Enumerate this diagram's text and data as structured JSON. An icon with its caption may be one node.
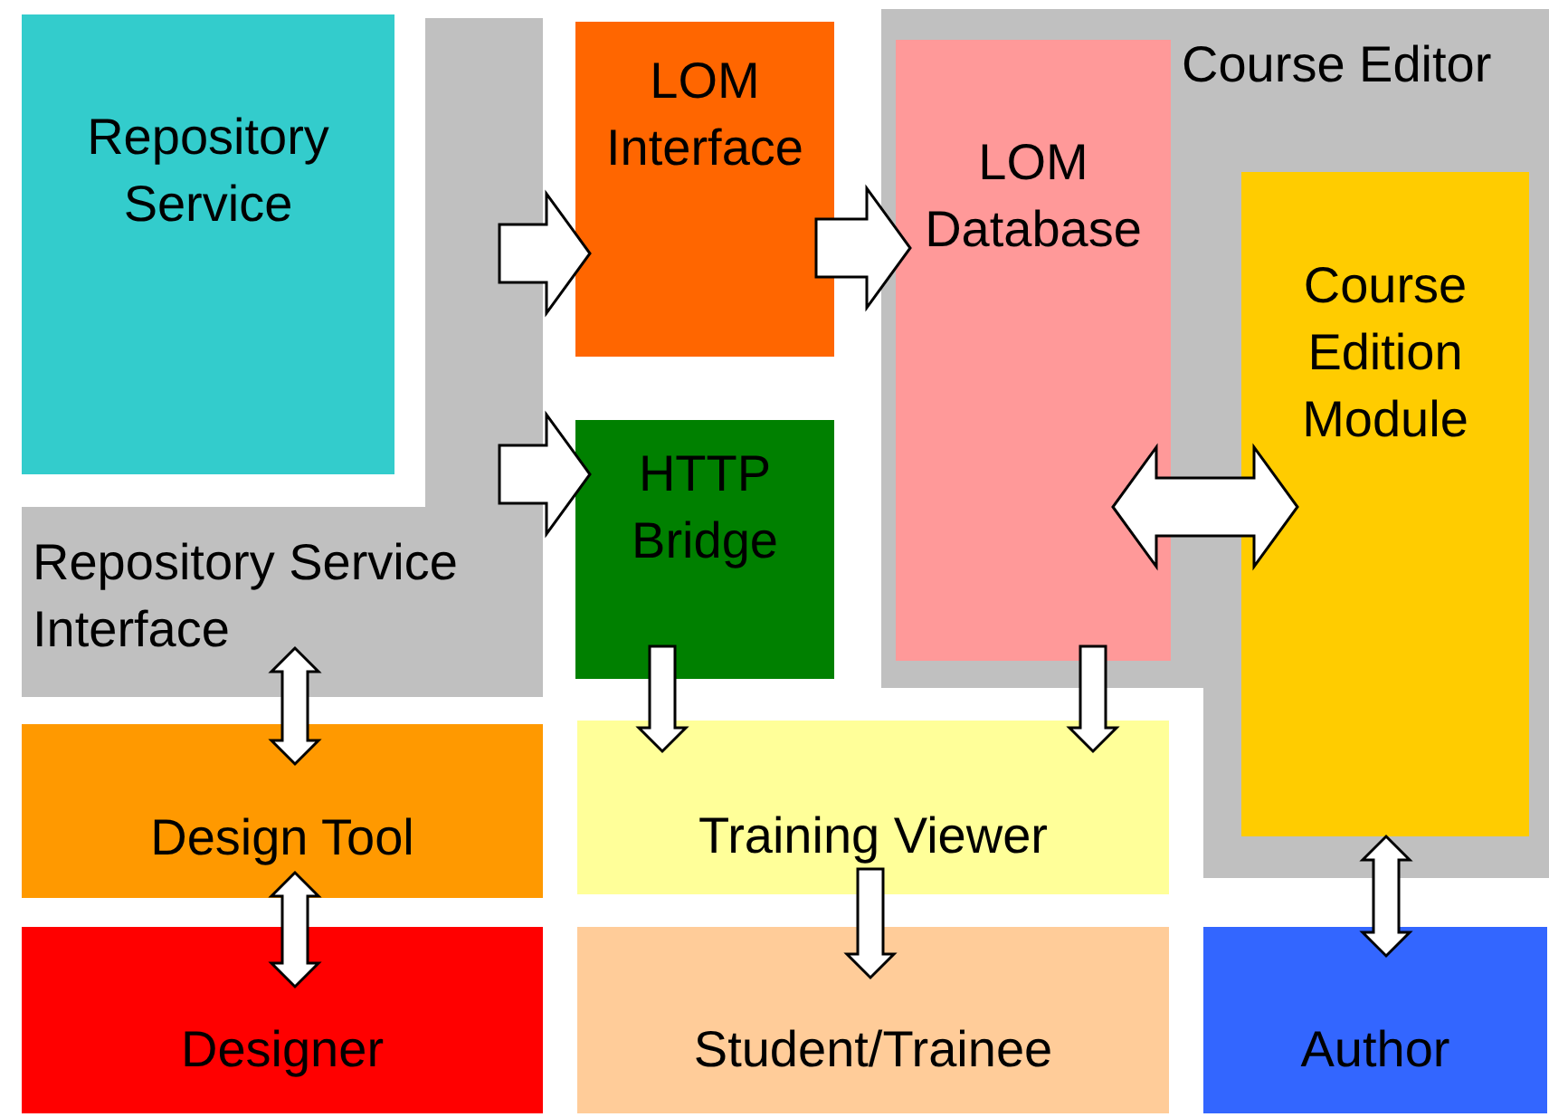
{
  "diagram": {
    "nodes": [
      {
        "text": [
          "Repository Service"
        ]
      },
      {
        "text": [
          "LOM Interface"
        ]
      },
      {
        "text": [
          "Course Editor"
        ]
      },
      {
        "text": [
          "LOM Database"
        ],
        "in": 2
      },
      {
        "text": [
          "Course Edition Module"
        ],
        "in": 2
      },
      {
        "text": [
          "HTTP Bridge"
        ]
      },
      {
        "text": [
          "Repository Service Interface"
        ]
      },
      {
        "text": [
          "Design Tool"
        ]
      },
      {
        "text": [
          "Training Viewer"
        ]
      },
      {
        "text": [
          "Designer"
        ]
      },
      {
        "text": [
          "Student/Trainee"
        ]
      },
      {
        "text": [
          "Author"
        ]
      }
    ],
    "edges": [
      {
        "from": 0,
        "to": 1,
        "arrow": "to",
        "style": "thick"
      },
      {
        "from": 6,
        "to": 5,
        "arrow": "to",
        "style": "thick"
      },
      {
        "from": 1,
        "to": 3,
        "arrow": "to",
        "style": "thick"
      },
      {
        "from": 3,
        "to": 4,
        "arrow": "both",
        "style": "thick"
      },
      {
        "from": 6,
        "to": 7,
        "arrow": "both"
      },
      {
        "from": 7,
        "to": 9,
        "arrow": "both"
      },
      {
        "from": 5,
        "to": 8,
        "arrow": "to"
      },
      {
        "from": 3,
        "to": 8,
        "arrow": "to"
      },
      {
        "from": 8,
        "to": 10,
        "arrow": "to"
      },
      {
        "from": 4,
        "to": 11,
        "arrow": "both"
      }
    ]
  }
}
